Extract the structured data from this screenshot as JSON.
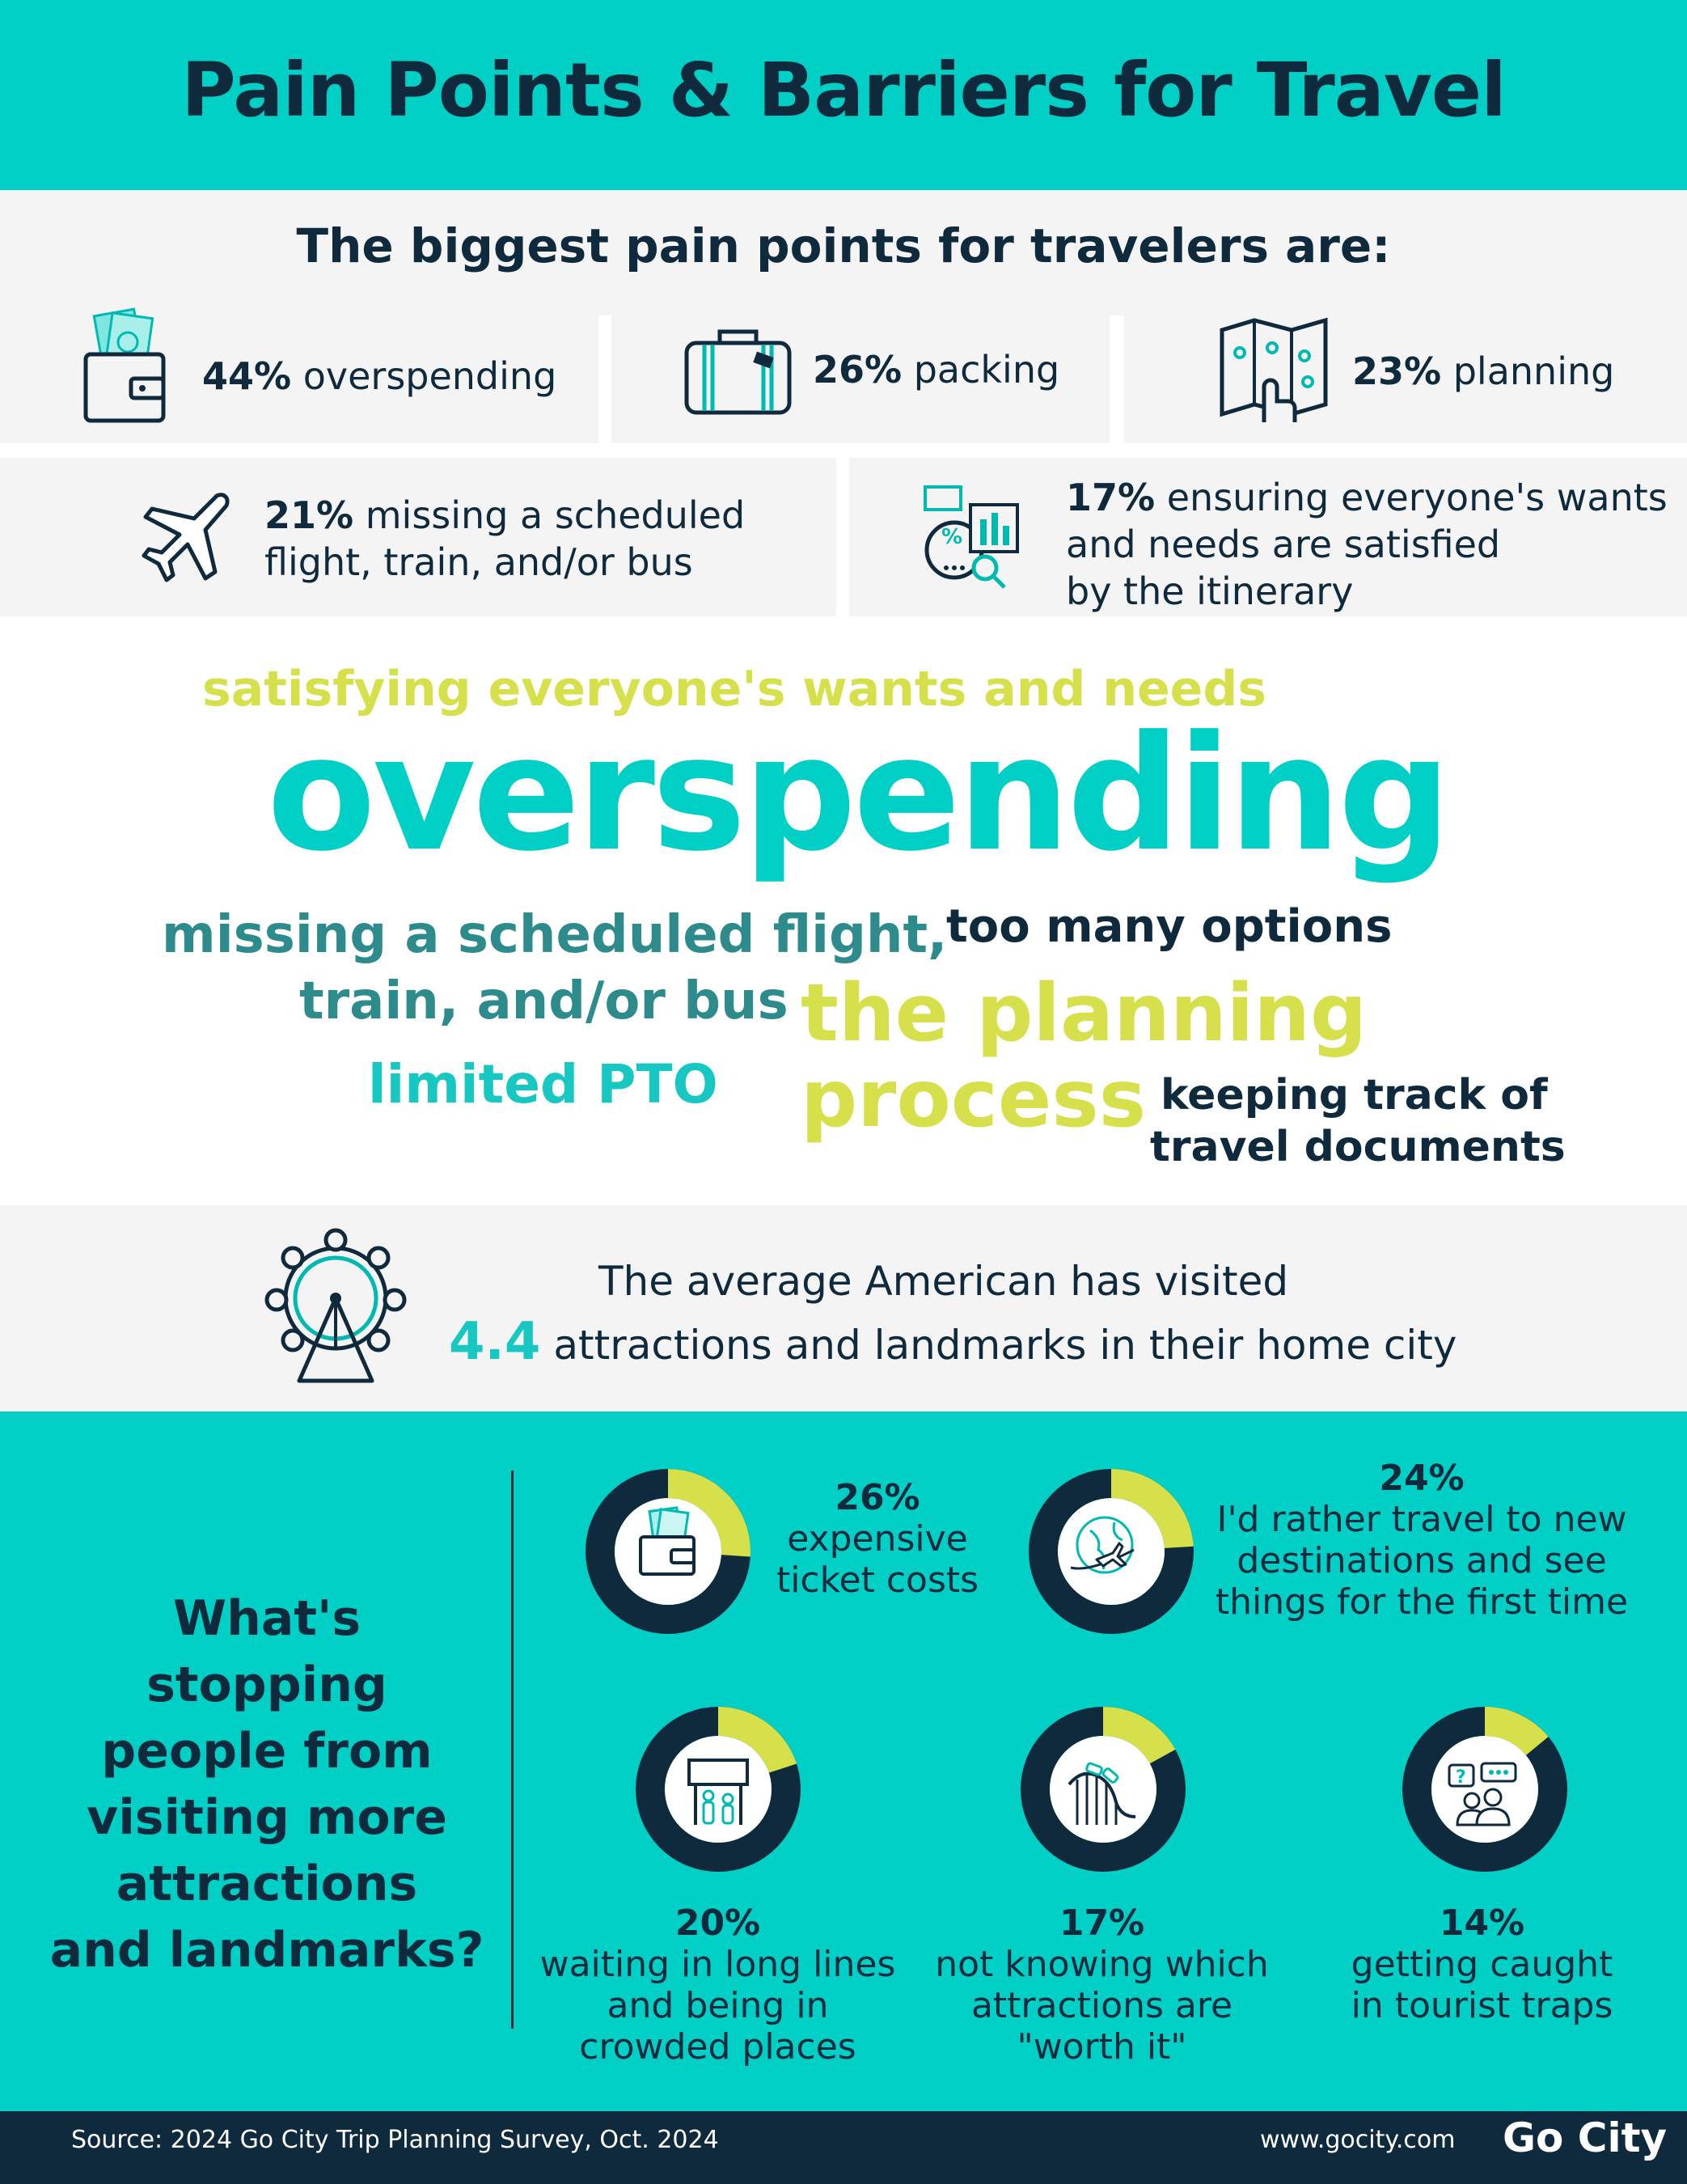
{
  "header": {
    "title": "Pain Points & Barriers for Travel"
  },
  "pain_points": {
    "heading": "The biggest pain points for travelers are:",
    "items": [
      {
        "pct": "44%",
        "label": "overspending",
        "icon": "wallet-icon"
      },
      {
        "pct": "26%",
        "label": "packing",
        "icon": "suitcase-icon"
      },
      {
        "pct": "23%",
        "label": "planning",
        "icon": "map-icon"
      },
      {
        "pct": "21%",
        "label_line1": "missing a scheduled",
        "label_line2": "flight, train, and/or bus",
        "icon": "airplane-icon"
      },
      {
        "pct": "17%",
        "label_line1": "ensuring everyone's wants",
        "label_line2": "and needs are satisfied",
        "label_line3": "by the itinerary",
        "icon": "analytics-icon"
      }
    ]
  },
  "word_cloud": {
    "w1": "satisfying everyone's wants and needs",
    "w2": "overspending",
    "w3a": "missing a scheduled flight,",
    "w3b": "train, and/or bus",
    "w4": "too many options",
    "w5a": "the planning",
    "w5b": "process",
    "w6": "limited PTO",
    "w7a": "keeping track of",
    "w7b": "travel documents"
  },
  "average": {
    "line1": "The average American has visited",
    "value": "4.4",
    "line2": "attractions and landmarks in their home city",
    "icon": "ferris-wheel-icon"
  },
  "barriers": {
    "question_l1": "What's stopping",
    "question_l2": "people from",
    "question_l3": "visiting more",
    "question_l4": "attractions",
    "question_l5": "and landmarks?"
  },
  "colors": {
    "teal": "#00cfc6",
    "navy": "#0f2a3d",
    "lime": "#d5e04a",
    "slate_teal": "#2e8b8c",
    "bright_teal": "#17c7c2"
  },
  "chart_data": {
    "type": "pie",
    "variant": "donut",
    "items": [
      {
        "pct_label": "26%",
        "value": 26,
        "line1": "expensive",
        "line2": "ticket costs",
        "icon": "ticket-wallet-icon"
      },
      {
        "pct_label": "24%",
        "value": 24,
        "line1": "I'd rather travel to new",
        "line2": "destinations and see",
        "line3": "things for the first time",
        "icon": "globe-plane-icon"
      },
      {
        "pct_label": "20%",
        "value": 20,
        "line1": "waiting in long lines",
        "line2": "and being in",
        "line3": "crowded places",
        "icon": "queue-icon"
      },
      {
        "pct_label": "17%",
        "value": 17,
        "line1": "not knowing which",
        "line2": "attractions are",
        "line3": "\"worth it\"",
        "icon": "roller-coaster-icon"
      },
      {
        "pct_label": "14%",
        "value": 14,
        "line1": "getting caught",
        "line2": "in tourist traps",
        "icon": "chat-people-icon"
      }
    ],
    "highlight_color": "#d5e04a",
    "base_color": "#0f2a3d"
  },
  "footer": {
    "source": "Source:  2024 Go City Trip Planning Survey, Oct. 2024",
    "url": "www.gocity.com",
    "logo": "Go City"
  }
}
